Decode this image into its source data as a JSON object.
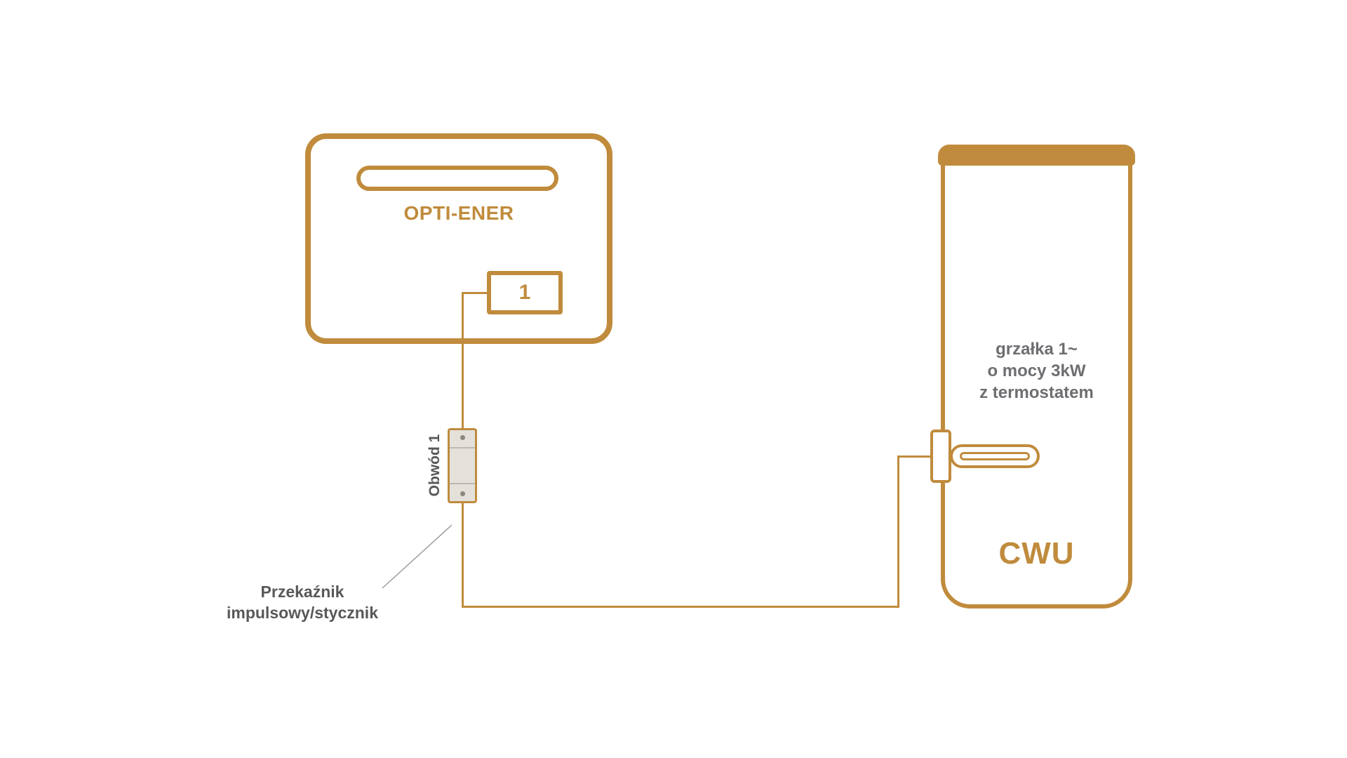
{
  "colors": {
    "accent": "#C08B3C",
    "gray_text": "#6D6E71",
    "dark_text": "#58585A",
    "relay_fill": "#E4E1DB",
    "pointer_line": "#9B9B9B"
  },
  "opti_ener": {
    "title": "OPTI-ENER",
    "output_port_label": "1"
  },
  "relay": {
    "circuit_label": "Obwód 1",
    "caption_line1": "Przekaźnik",
    "caption_line2": "impulsowy/stycznik"
  },
  "tank": {
    "heater_spec_line1": "grzałka 1~",
    "heater_spec_line2": "o mocy 3kW",
    "heater_spec_line3": "z termostatem",
    "label": "CWU"
  }
}
